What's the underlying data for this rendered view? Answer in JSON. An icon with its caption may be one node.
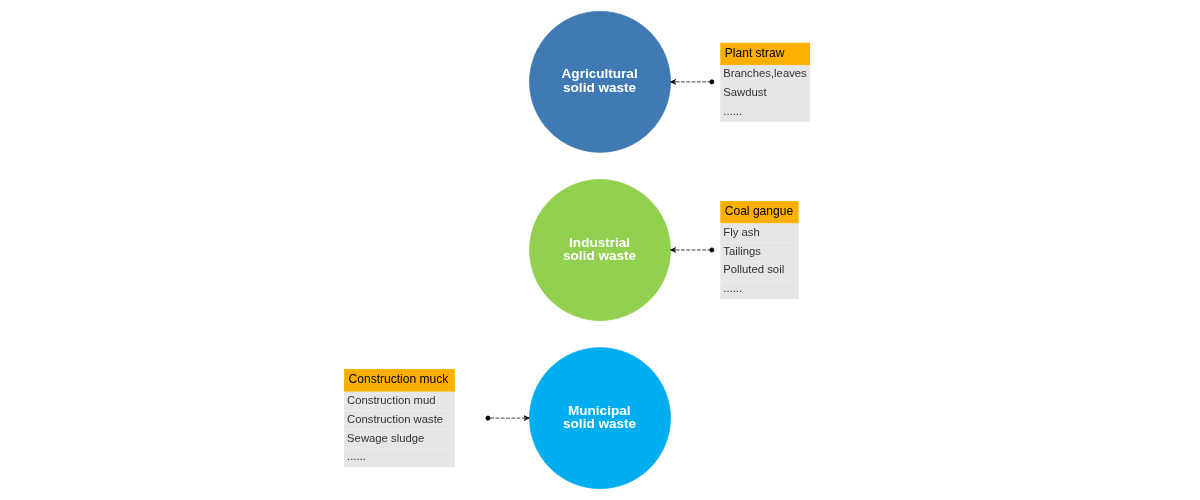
{
  "diagram": {
    "nodes": [
      {
        "text": [
          "Municipal solid waste"
        ]
      },
      {
        "text": [
          "Industrial solid waste"
        ]
      },
      {
        "text": [
          "Agricultural solid waste"
        ]
      },
      {
        "text": [
          "Construction muck",
          "Construction mud",
          "Construction waste",
          "Sewage sludge",
          "......"
        ]
      },
      {
        "text": [
          "Coal gangue",
          "Fly ash",
          "Tailings",
          "Polluted soil",
          "......"
        ]
      },
      {
        "text": [
          "Plant straw",
          "Branches,leaves",
          "Sawdust",
          "......"
        ]
      }
    ],
    "edges": [
      {
        "from": 3,
        "to": 0,
        "arrow": "to",
        "style": "dashed"
      },
      {
        "from": 4,
        "to": 1,
        "arrow": "to",
        "style": "dashed"
      },
      {
        "from": 5,
        "to": 2,
        "arrow": "to",
        "style": "dashed"
      }
    ]
  }
}
